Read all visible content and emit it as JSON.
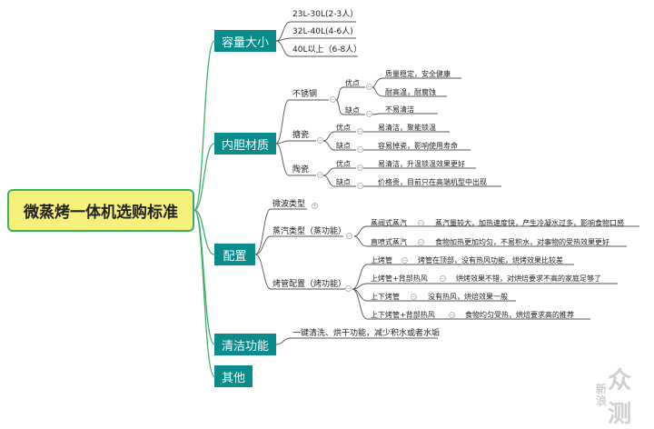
{
  "title": "微蒸烤一体机选购标准",
  "categories": {
    "capacity": {
      "label": "容量大小",
      "items": [
        "23L-30L(2-3人）",
        "32L-40L(4-6人)",
        "40L以上（6-8人）"
      ]
    },
    "liner": {
      "label": "内胆材质",
      "stainless": {
        "label": "不锈钢",
        "pros_label": "优点",
        "pros": [
          "质量稳定，安全健康",
          "耐高温，耐腐蚀"
        ],
        "cons_label": "缺点",
        "cons": "不易清洁"
      },
      "enamel": {
        "label": "搪瓷",
        "pros_label": "优点",
        "pros": "易清洁，聚能锁温",
        "cons_label": "缺点",
        "cons": "容易掉瓷，影响使用寿命"
      },
      "ceramic": {
        "label": "陶瓷",
        "pros_label": "优点",
        "pros": "易清洁，升温锁温效果更好",
        "cons_label": "缺点",
        "cons": "价格贵，目前只在高端机型中出现"
      }
    },
    "config": {
      "label": "配置",
      "microwave": "微波类型",
      "steam": {
        "label": "蒸汽类型（蒸功能）",
        "items": [
          {
            "name": "蒸阀式蒸汽",
            "desc": "蒸汽量较大，加热速度快，产生冷凝水过多，影响食物口感"
          },
          {
            "name": "直喷式蒸汽",
            "desc": "食物加热更加均匀，不易积水，对事物的受热效果更好"
          }
        ]
      },
      "bake": {
        "label": "烤管配置（烤功能）",
        "items": [
          {
            "name": "上烤管",
            "desc": "烤管在顶部，没有热风功能，烘烤效果比较差"
          },
          {
            "name": "上烤管+背部热风",
            "desc": "烘烤效果不错，对烘焙要求不高的家庭足够了"
          },
          {
            "name": "上下烤管",
            "desc": "没有热风，烘焙效果一般"
          },
          {
            "name": "上下烤管+背部热风",
            "desc": "食物均匀受热，烘焙要求高的推荐"
          }
        ]
      }
    },
    "cleaning": {
      "label": "清洁功能",
      "desc": "一键清洗、烘干功能，减少积水或者水垢"
    },
    "other": {
      "label": "其他"
    }
  },
  "watermark": {
    "small": "新浪",
    "big": "众测"
  },
  "colors": {
    "category_fill": "#0a8c8c",
    "connector": "#3fae6b",
    "root_fill": "#f7f07a"
  }
}
